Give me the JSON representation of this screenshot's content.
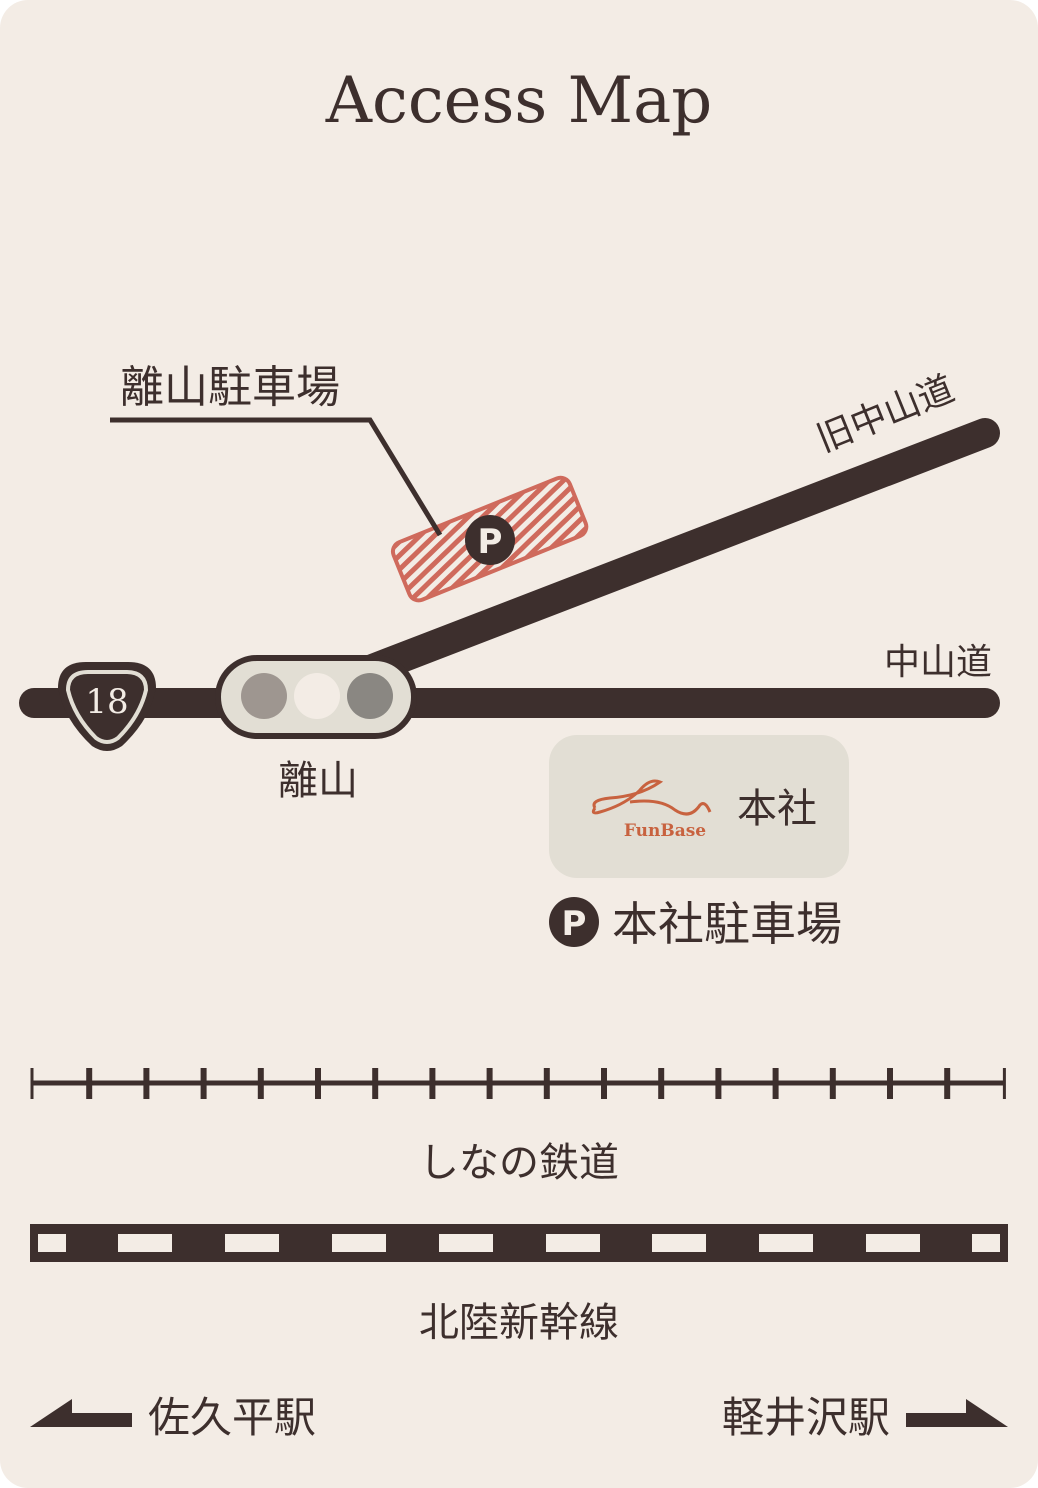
{
  "title": "Access Map",
  "colors": {
    "background": "#f3ece5",
    "road": "#3d2f2d",
    "parking_hatch": "#cf6a5c",
    "office_box": "#e2ded4",
    "brand": "#c8623f"
  },
  "roads": {
    "old_nakasendo": "旧中山道",
    "nakasendo": "中山道",
    "route_number": "18"
  },
  "intersection": "離山",
  "annex_parking": {
    "label": "離山駐車場",
    "icon": "P"
  },
  "office": {
    "logo_text": "FunBase",
    "label": "本社"
  },
  "office_parking": {
    "icon": "P",
    "label": "本社駐車場"
  },
  "railways": {
    "shinano": "しなの鉄道",
    "shinkansen": "北陸新幹線"
  },
  "directions": {
    "left": "佐久平駅",
    "right": "軽井沢駅"
  }
}
